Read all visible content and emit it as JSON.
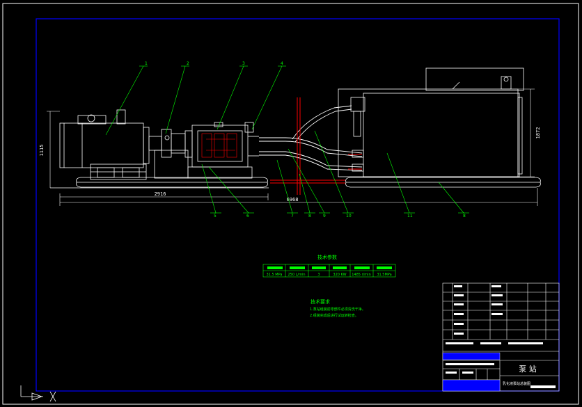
{
  "part_numbers": [
    "1",
    "2",
    "3",
    "4",
    "5",
    "6",
    "7",
    "8",
    "9",
    "10",
    "11",
    "8"
  ],
  "dimensions": {
    "left_width": "2916",
    "total_width": "6968",
    "left_height": "1115",
    "right_height": "1872"
  },
  "tech_params": {
    "title": "技术参数",
    "values": [
      "31.5 MPa",
      "250 L/min",
      "3",
      "320 KW",
      "1485 r/min",
      "31.5MPa"
    ]
  },
  "tech_requirements": {
    "title": "技术要求",
    "items": [
      "1.泵站组装前零部件必须清洗干净。",
      "2.组装完成后进行试运转检查。"
    ]
  },
  "title_block": {
    "drawing_name": "泵 站",
    "subtitle": "乳化液泵站总装图"
  },
  "colors": {
    "paper": "#000000",
    "frame": "#0000ff",
    "outline": "#ffffff",
    "leader": "#00ff00",
    "hose": "#ffffff",
    "piping": "#ff0000"
  }
}
